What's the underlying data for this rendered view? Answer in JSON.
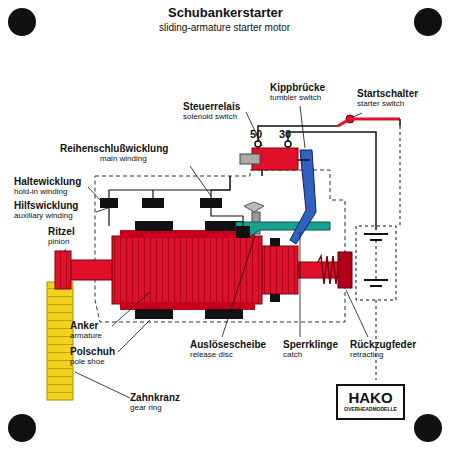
{
  "diagram": {
    "title": "Schubankerstarter",
    "nodes": [
      {
        "text": [
          "HAKO",
          "OVERHEADMODELLE"
        ]
      }
    ],
    "labels": [
      "sliding-armature starter motor",
      "Kippbrücke",
      "tumbler switch",
      "Startschalter",
      "starter switch",
      "Steuerrelais",
      "solenoid switch",
      "50",
      "30",
      "Reihenschlußwicklung",
      "main winding",
      "Haltewicklung",
      "hold-in winding",
      "Hilfswicklung",
      "auxiliary winding",
      "Ritzel",
      "pinion",
      "Anker",
      "armature",
      "Polschuh",
      "pole shoe",
      "Auslösescheibe",
      "release disc",
      "Sperrklinge",
      "catch",
      "Rückzugfeder",
      "retracting",
      "Zahnkranz",
      "gear ring"
    ]
  }
}
